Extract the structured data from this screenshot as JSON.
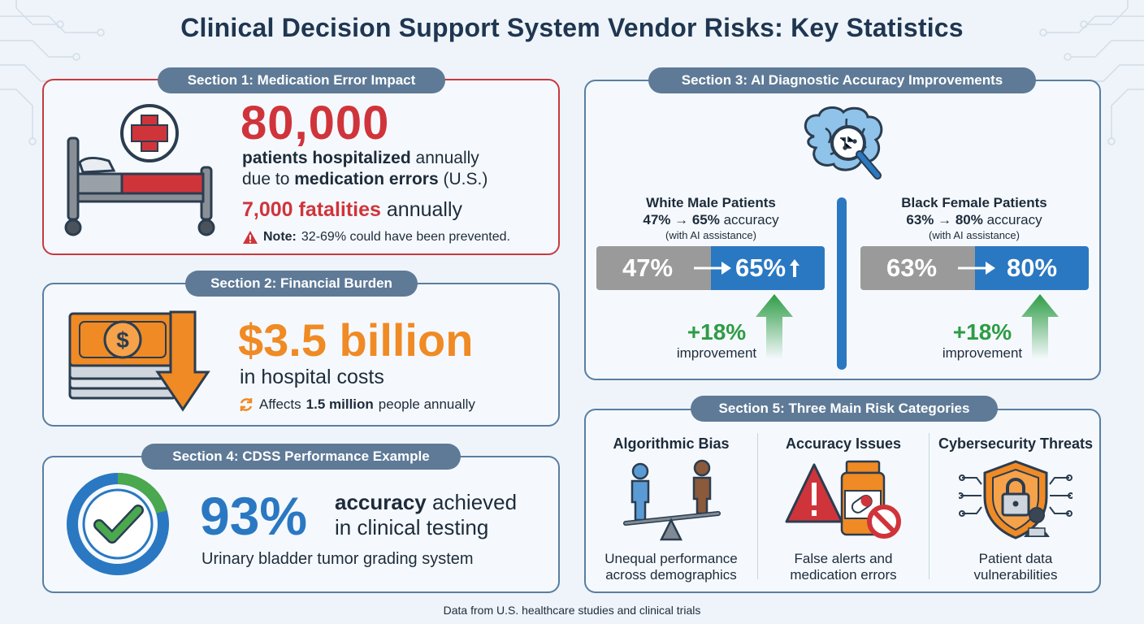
{
  "title": "Clinical Decision Support System Vendor Risks: Key Statistics",
  "footer": "Data from U.S. healthcare studies and clinical trials",
  "section1": {
    "header": "Section 1: Medication Error Impact",
    "big_number": "80,000",
    "line1_bold": "patients hospitalized",
    "line1_rest": "annually",
    "line2_pre": "due to",
    "line2_bold": "medication errors",
    "line2_post": "(U.S.)",
    "fatal_bold": "7,000 fatalities",
    "fatal_rest": "annually",
    "note_label": "Note:",
    "note_text": "32-69% could have been prevented."
  },
  "section2": {
    "header": "Section 2: Financial Burden",
    "big_number": "$3.5 billion",
    "subtitle": "in hospital costs",
    "affects_pre": "Affects",
    "affects_bold": "1.5 million",
    "affects_post": "people annually"
  },
  "section4": {
    "header": "Section 4: CDSS Performance Example",
    "big_number": "93%",
    "line1_bold": "accuracy",
    "line1_rest": "achieved",
    "line2": "in clinical testing",
    "system": "Urinary bladder tumor grading system",
    "accuracy_fraction": 0.93
  },
  "section3": {
    "header": "Section 3: AI Diagnostic Accuracy Improvements",
    "groups": [
      {
        "title": "White Male Patients",
        "acc_bold": "47% → 65%",
        "acc_rest": "accuracy",
        "note": "(with AI assistance)",
        "before": "47%",
        "after": "65%",
        "gain": "+18%",
        "gain_label": "improvement"
      },
      {
        "title": "Black Female Patients",
        "acc_bold": "63% → 80%",
        "acc_rest": "accuracy",
        "note": "(with AI assistance)",
        "before": "63%",
        "after": "80%",
        "gain": "+18%",
        "gain_label": "improvement"
      }
    ]
  },
  "section5": {
    "header": "Section 5: Three Main Risk Categories",
    "categories": [
      {
        "title": "Algorithmic Bias",
        "desc1": "Unequal performance",
        "desc2": "across demographics"
      },
      {
        "title": "Accuracy Issues",
        "desc1": "False alerts and",
        "desc2": "medication errors"
      },
      {
        "title": "Cybersecurity Threats",
        "desc1": "Patient data",
        "desc2": "vulnerabilities"
      }
    ]
  },
  "colors": {
    "red": "#d0343b",
    "orange": "#f08a24",
    "blue": "#2a78c2",
    "green": "#2e9c45",
    "pill": "#5e7a97",
    "gray_bar": "#9a9a9a"
  }
}
